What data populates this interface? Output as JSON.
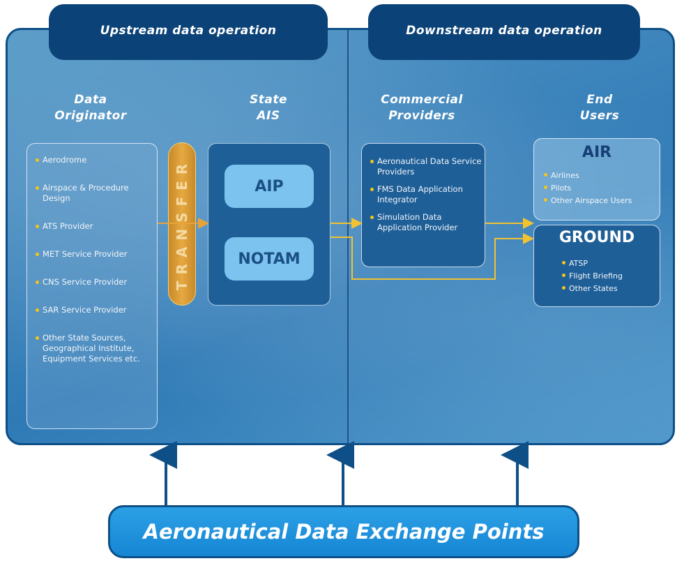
{
  "headers": {
    "upstream": "Upstream data operation",
    "downstream": "Downstream data operation"
  },
  "columns": {
    "originator": "Data\nOriginator",
    "ais": "State\nAIS",
    "commercial": "Commercial\nProviders",
    "end_users": "End\nUsers"
  },
  "originator_items": [
    "Aerodrome",
    "Airspace & Procedure Design",
    "ATS Provider",
    "MET Service Provider",
    "CNS Service Provider",
    "SAR Service Provider",
    "Other State Sources, Geographical Institute, Equipment Services etc."
  ],
  "transfer_label": "TRANSFER",
  "ais_items": {
    "aip": "AIP",
    "notam": "NOTAM"
  },
  "commercial_items": [
    "Aeronautical Data Service Providers",
    "FMS Data Application Integrator",
    "Simulation Data Application Provider"
  ],
  "air": {
    "title": "AIR",
    "items": [
      "Airlines",
      "Pilots",
      "Other Airspace Users"
    ]
  },
  "ground": {
    "title": "GROUND",
    "items": [
      "ATSP",
      "Flight Briefing",
      "Other States"
    ]
  },
  "exchange_label": "Aeronautical Data Exchange Points",
  "colors": {
    "header_navy": "#0b4277",
    "panel_blue": "#3f86bd",
    "pill_light_blue": "#7cc4ef",
    "bullet_yellow": "#f5c518",
    "arrow_orange": "#e8a23a",
    "arrow_yellow": "#f2c230",
    "exchange_blue": "#1686d4"
  }
}
